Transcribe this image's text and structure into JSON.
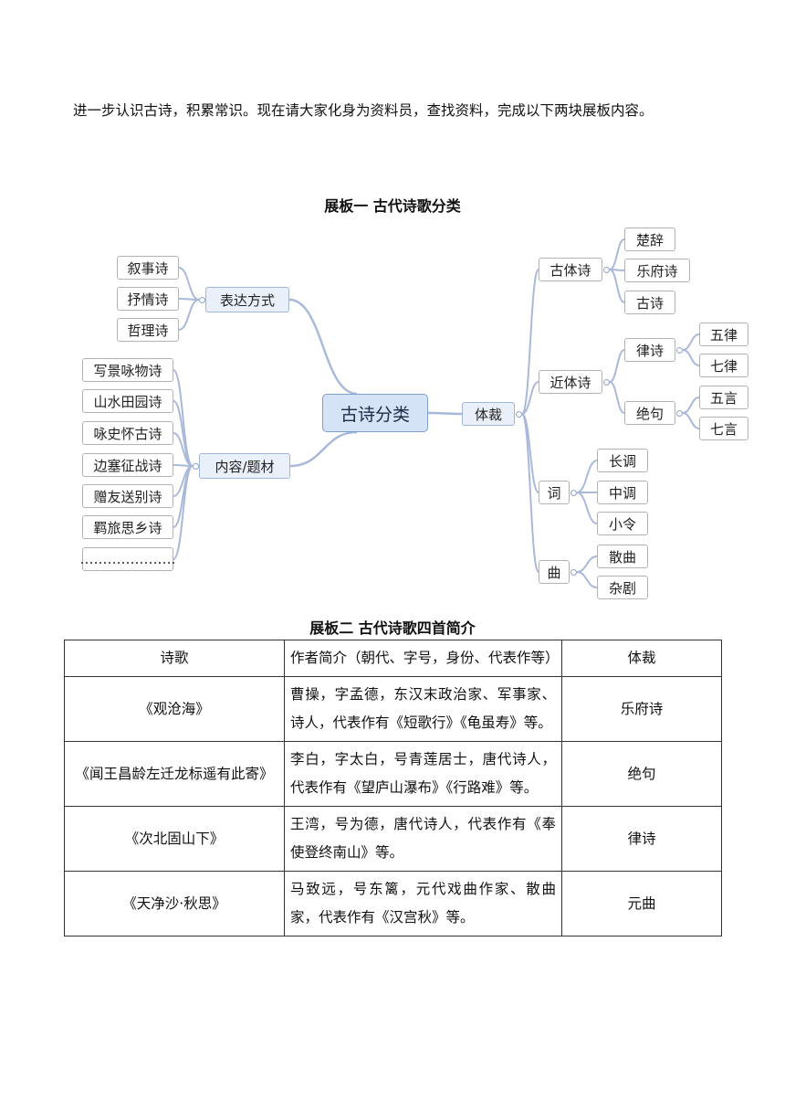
{
  "intro": "进一步认识古诗，积累常识。现在请大家化身为资料员，查找资料，完成以下两块展板内容。",
  "board1": {
    "title": "展板一  古代诗歌分类",
    "root": "古诗分类",
    "left": [
      {
        "label": "表达方式",
        "children": [
          "叙事诗",
          "抒情诗",
          "哲理诗"
        ]
      },
      {
        "label": "内容/题材",
        "children": [
          "写景咏物诗",
          "山水田园诗",
          "咏史怀古诗",
          "边塞征战诗",
          "赠友送别诗",
          "羁旅思乡诗",
          "…………………"
        ]
      }
    ],
    "right": {
      "label": "体裁",
      "children": [
        {
          "label": "古体诗",
          "children": [
            "楚辞",
            "乐府诗",
            "古诗"
          ]
        },
        {
          "label": "近体诗",
          "children": [
            {
              "label": "律诗",
              "children": [
                "五律",
                "七律"
              ]
            },
            {
              "label": "绝句",
              "children": [
                "五言",
                "七言"
              ]
            }
          ]
        },
        {
          "label": "词",
          "children": [
            "长调",
            "中调",
            "小令"
          ]
        },
        {
          "label": "曲",
          "children": [
            "散曲",
            "杂剧"
          ]
        }
      ]
    }
  },
  "board2": {
    "title": "展板二  古代诗歌四首简介",
    "headers": [
      "诗歌",
      "作者简介（朝代、字号，身份、代表作等）",
      "体裁"
    ],
    "rows": [
      {
        "poem": "《观沧海》",
        "author": "曹操，字孟德，东汉末政治家、军事家、诗人，代表作有《短歌行》《龟虽寿》等。",
        "genre": "乐府诗"
      },
      {
        "poem": "《闻王昌龄左迁龙标遥有此寄》",
        "author": "李白，字太白，号青莲居士，唐代诗人，代表作有《望庐山瀑布》《行路难》等。",
        "genre": "绝句"
      },
      {
        "poem": "《次北固山下》",
        "author": "王湾，号为德，唐代诗人，代表作有《奉使登终南山》等。",
        "genre": "律诗"
      },
      {
        "poem": "《天净沙·秋思》",
        "author": "马致远，号东篱，元代戏曲作家、散曲家，代表作有《汉宫秋》等。",
        "genre": "元曲"
      }
    ]
  }
}
